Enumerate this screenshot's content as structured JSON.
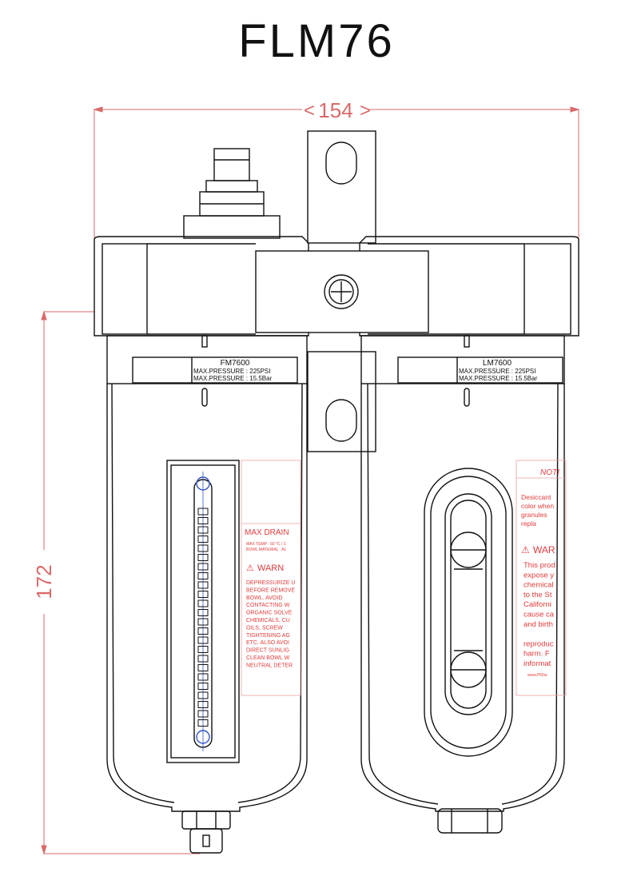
{
  "title": "FLM76",
  "dimensions": {
    "width": "154",
    "height": "172"
  },
  "filter_unit": {
    "model": "FM7600",
    "pressure_psi": "MAX.PRESSURE : 225PSI",
    "pressure_bar": "MAX.PRESSURE : 15.5Bar",
    "warning_sticker": {
      "heading": "MAX DRAIN",
      "temp_line": "MAX TEMP : 60 °C / 1",
      "bowl_line": "BOWL MATERIAL : AL",
      "warn": "WARN",
      "body_lines": [
        "DEPRESSURIZE U",
        "BEFORE REMOVE",
        "BOWL. AVOID",
        "CONTACTING W",
        "ORGANIC SOLVE",
        "CHEMICALS, CU",
        "OILS, SCREW",
        "TIGHTENING AG",
        "ETC. ALSO AVOI",
        "DIRECT SUNLIG",
        "CLEAN BOWL W",
        "NEUTRAL DETER"
      ]
    }
  },
  "lubricator_unit": {
    "model": "LM7600",
    "pressure_psi": "MAX.PRESSURE : 225PSI",
    "pressure_bar": "MAX.PRESSURE : 15.5Bar",
    "notice_sticker": {
      "heading": "NOTI",
      "notice_lines": [
        "Desiccant",
        "color when",
        "granules",
        "repla"
      ],
      "warn": "WAR",
      "body_lines": [
        "This prod",
        "expose y",
        "chemical",
        "to the St",
        "Californi",
        "cause ca",
        "and birth",
        "",
        "reproduc",
        "harm.  F",
        "informat"
      ],
      "footer": "www.P65w"
    }
  },
  "colors": {
    "line": "#111111",
    "dimension": "#d96a6a",
    "sticker_red": "#e23b3b",
    "gauge_blue": "#3355cc"
  }
}
